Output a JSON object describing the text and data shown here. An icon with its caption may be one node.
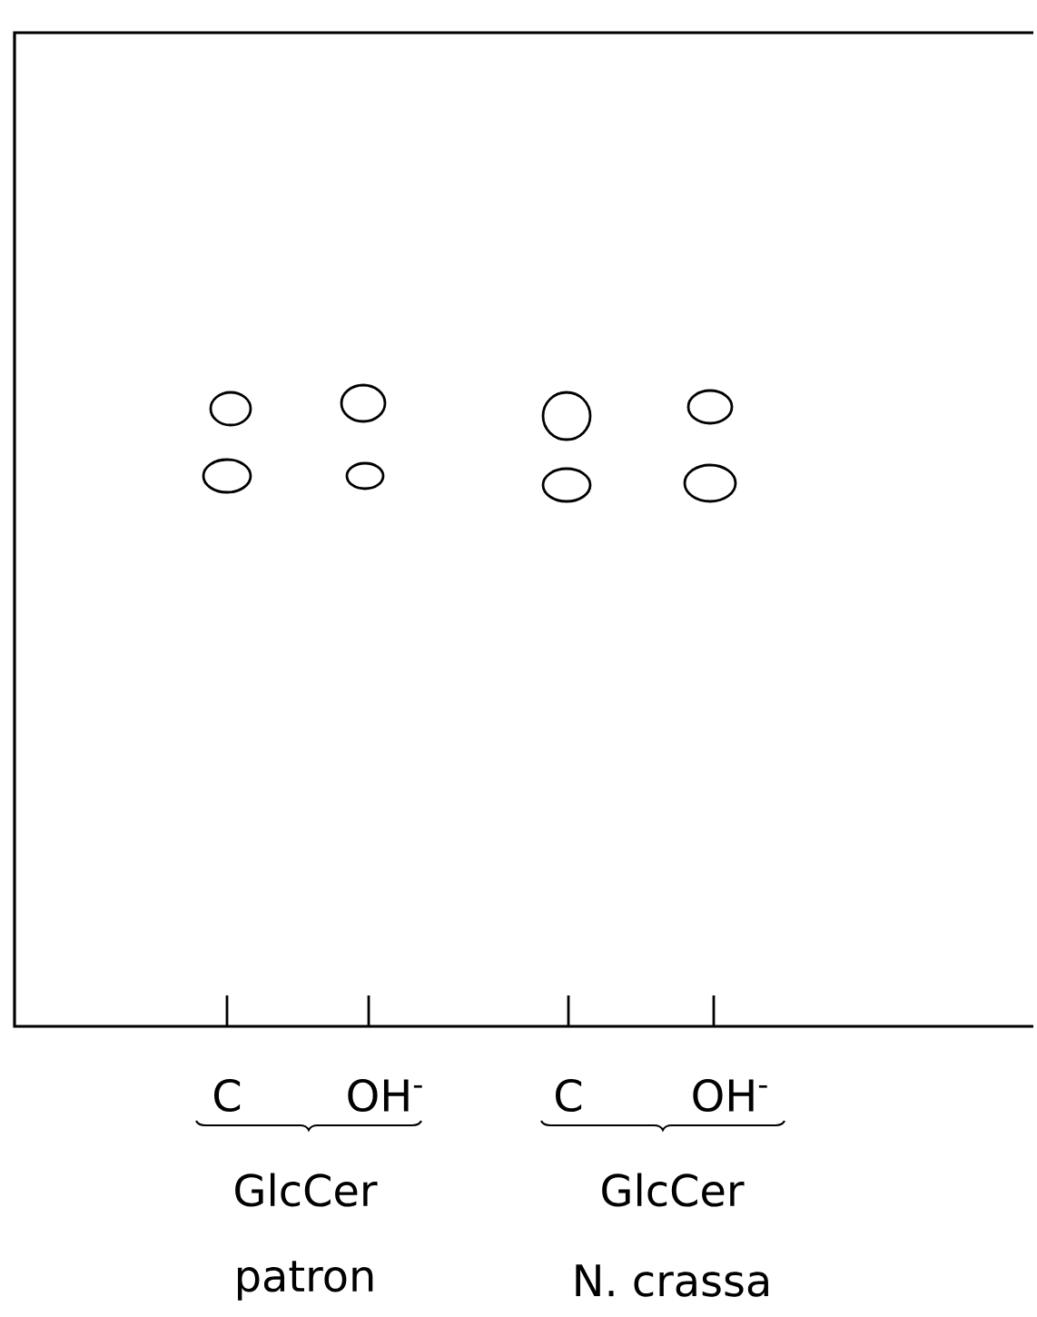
{
  "diagram": {
    "labels": [
      "C",
      "OH$^{-}$",
      "C",
      "OH$^{-}$",
      "GlcCer",
      "GlcCer",
      "patron",
      "N. crassa"
    ]
  }
}
